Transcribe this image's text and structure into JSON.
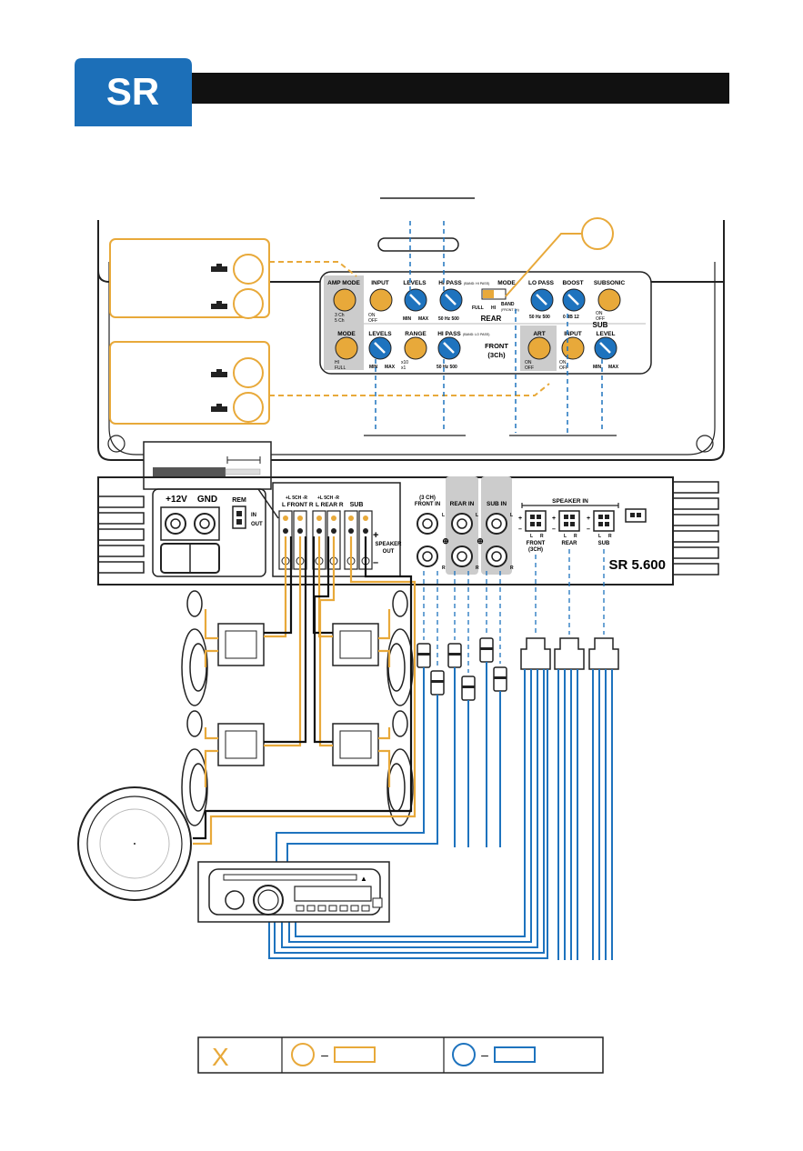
{
  "header": {
    "logo_text": "SR"
  },
  "panel": {
    "amp_mode": "AMP MODE",
    "amp_3ch": "3 Ch",
    "amp_5ch": "5 Ch",
    "input": "INPUT",
    "on": "ON",
    "off": "OFF",
    "levels": "LEVELS",
    "min": "MIN",
    "max": "MAX",
    "hi_pass": "HI PASS",
    "hi_pass_band_hi": "(BAND: HI PASS)",
    "hi_pass_band_lo": "(BAND: LO PASS)",
    "hz_scale": "50 Hz 500",
    "mode": "MODE",
    "full": "FULL",
    "hi": "HI",
    "band": "BAND",
    "front_3ch_small": "(FRONT 3h)",
    "rear": "REAR",
    "lo_pass": "LO PASS",
    "boost": "BOOST",
    "db_scale": "0  dB 12",
    "subsonic": "SUBSONIC",
    "sub": "SUB",
    "mode_hi_full": [
      "HI",
      "FULL"
    ],
    "range": "RANGE",
    "range_vals": [
      "x10",
      "x1"
    ],
    "front": "FRONT",
    "front_3ch": "(3Ch)",
    "art": "ART",
    "level": "LEVEL"
  },
  "amp": {
    "v12": "+12V",
    "gnd": "GND",
    "rem": "REM",
    "in": "IN",
    "out": "OUT",
    "l5ch_r": "+L 5CH -R",
    "l_front_r": "L FRONT R",
    "l_rear_r": "L REAR R",
    "sub": "SUB",
    "speaker_out": [
      "SPEAKER",
      "OUT"
    ],
    "plus": "+",
    "minus": "–",
    "front_in": [
      "(3 CH)",
      "FRONT IN"
    ],
    "rear_in": "REAR IN",
    "sub_in": "SUB IN",
    "l": "L",
    "r": "R",
    "speaker_in": "SPEAKER IN",
    "front_3ch_label": [
      "FRONT",
      "(3CH)"
    ],
    "rear_label": "REAR",
    "sub_label": "SUB",
    "model": "SR 5.600"
  },
  "legend": {
    "x_mark": "X",
    "dash": "–"
  },
  "colors": {
    "orange": "#E8A93A",
    "blue": "#1E73BE",
    "logo_blue": "#1C6FB8",
    "black": "#111111"
  }
}
